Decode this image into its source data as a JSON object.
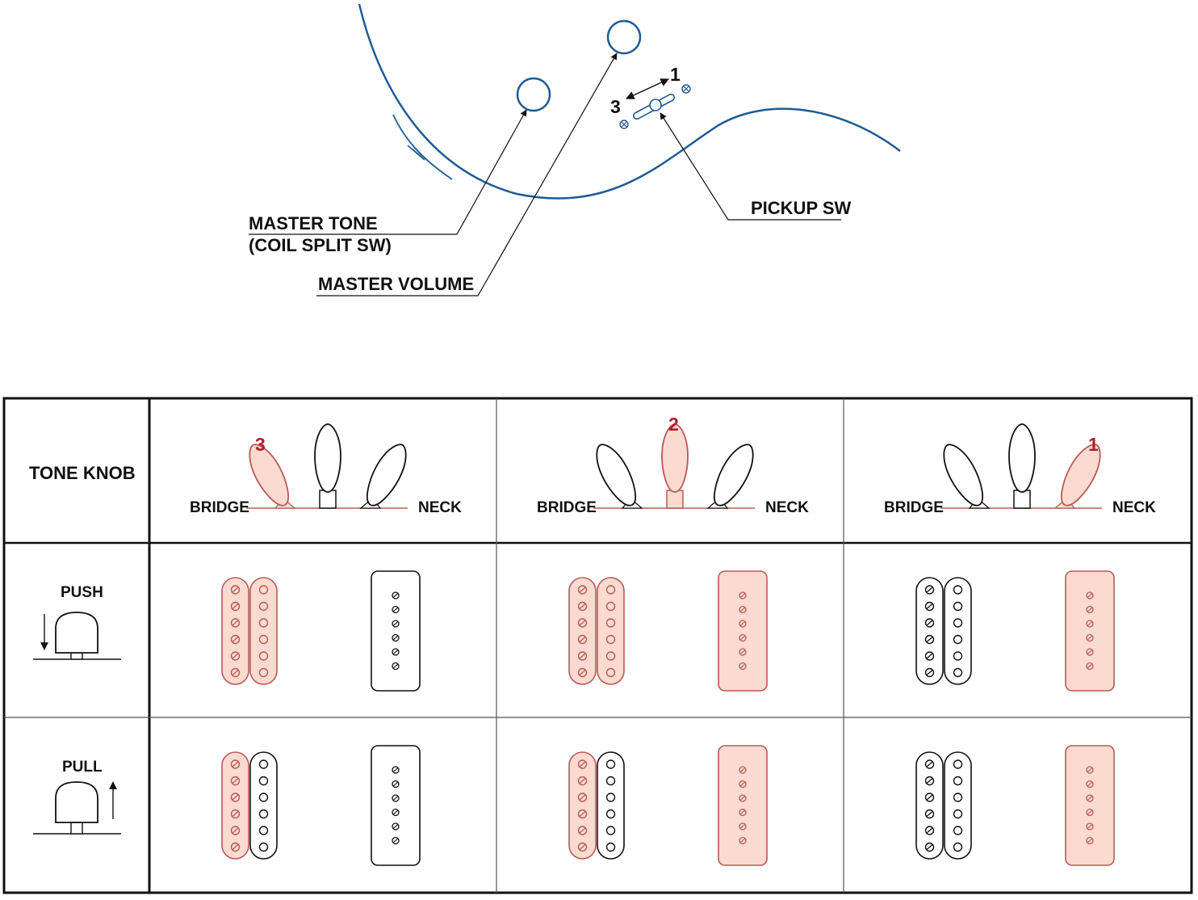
{
  "colors": {
    "body_outline": "#1f5a93",
    "active_fill": "#fbdad0",
    "active_stroke": "#b85a55",
    "red_text": "#b11d2b",
    "ink": "#111111",
    "grid_inner": "#444444"
  },
  "top": {
    "callouts": {
      "master_tone_line1": "MASTER TONE",
      "master_tone_line2": "(COIL SPLIT SW)",
      "master_volume": "MASTER VOLUME",
      "pickup_sw": "PICKUP SW"
    },
    "switch_positions": {
      "pos1": "1",
      "pos3": "3"
    }
  },
  "table": {
    "header_label": "TONE KNOB",
    "columns": [
      {
        "position": "3",
        "active_lever": 0,
        "bridge_label": "BRIDGE",
        "neck_label": "NECK"
      },
      {
        "position": "2",
        "active_lever": 1,
        "bridge_label": "BRIDGE",
        "neck_label": "NECK"
      },
      {
        "position": "1",
        "active_lever": 2,
        "bridge_label": "BRIDGE",
        "neck_label": "NECK"
      }
    ],
    "rows": [
      {
        "label": "PUSH",
        "knob_icon": "knob-push-icon",
        "cells": [
          {
            "hb_left": true,
            "hb_right": true,
            "p90": false
          },
          {
            "hb_left": true,
            "hb_right": true,
            "p90": true
          },
          {
            "hb_left": false,
            "hb_right": false,
            "p90": true
          }
        ]
      },
      {
        "label": "PULL",
        "knob_icon": "knob-pull-icon",
        "cells": [
          {
            "hb_left": true,
            "hb_right": false,
            "p90": false
          },
          {
            "hb_left": true,
            "hb_right": false,
            "p90": true
          },
          {
            "hb_left": false,
            "hb_right": false,
            "p90": true
          }
        ]
      }
    ]
  }
}
